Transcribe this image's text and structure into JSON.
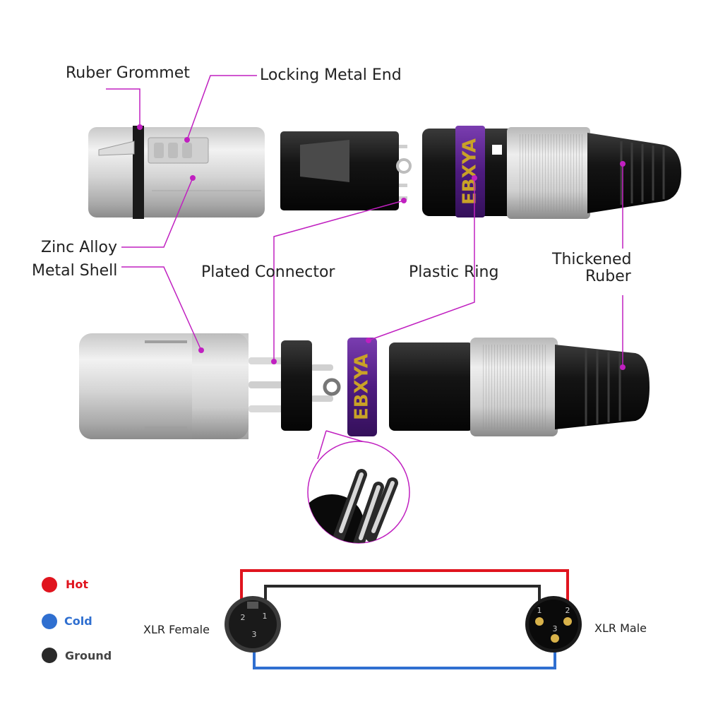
{
  "labels": {
    "rubber_grommet": "Ruber Grommet",
    "locking_metal_end": "Locking Metal End",
    "zinc_alloy": "Zinc Alloy",
    "metal_shell": "Metal Shell",
    "plated_connector": "Plated Connector",
    "plastic_ring": "Plastic Ring",
    "thickened_line1": "Thickened",
    "thickened_line2": "Ruber"
  },
  "brand": {
    "ring_text": "EBXYA"
  },
  "legend": [
    {
      "label": "Hot",
      "color": "#e0141e"
    },
    {
      "label": "Cold",
      "color": "#2f6fd0"
    },
    {
      "label": "Ground",
      "color": "#2a2a2a"
    }
  ],
  "wiring": {
    "female_label": "XLR Female",
    "male_label": "XLR Male",
    "female_pins": [
      "2",
      "1",
      "3"
    ],
    "male_pins": [
      "1",
      "2",
      "3"
    ]
  },
  "colors": {
    "callout": "#c020c0",
    "accent_purple": "#5a1a8c",
    "brand_text": "#c9a227",
    "hot": "#e0141e",
    "cold": "#2f6fd0",
    "ground": "#2a2a2a"
  }
}
